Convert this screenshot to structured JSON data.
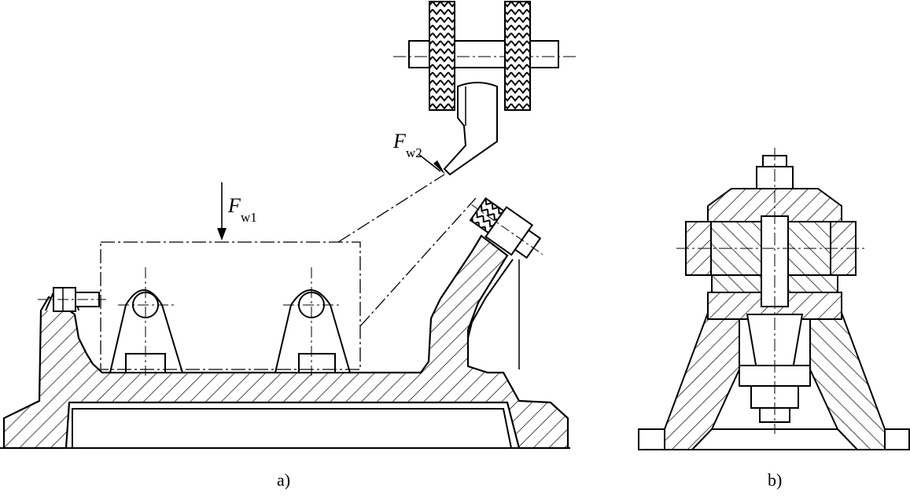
{
  "figure": {
    "labels": {
      "force1_symbol": "F",
      "force1_subscript": "w1",
      "force2_symbol": "F",
      "force2_subscript": "w2"
    },
    "captions": {
      "left": "a)",
      "right": "b)"
    }
  }
}
